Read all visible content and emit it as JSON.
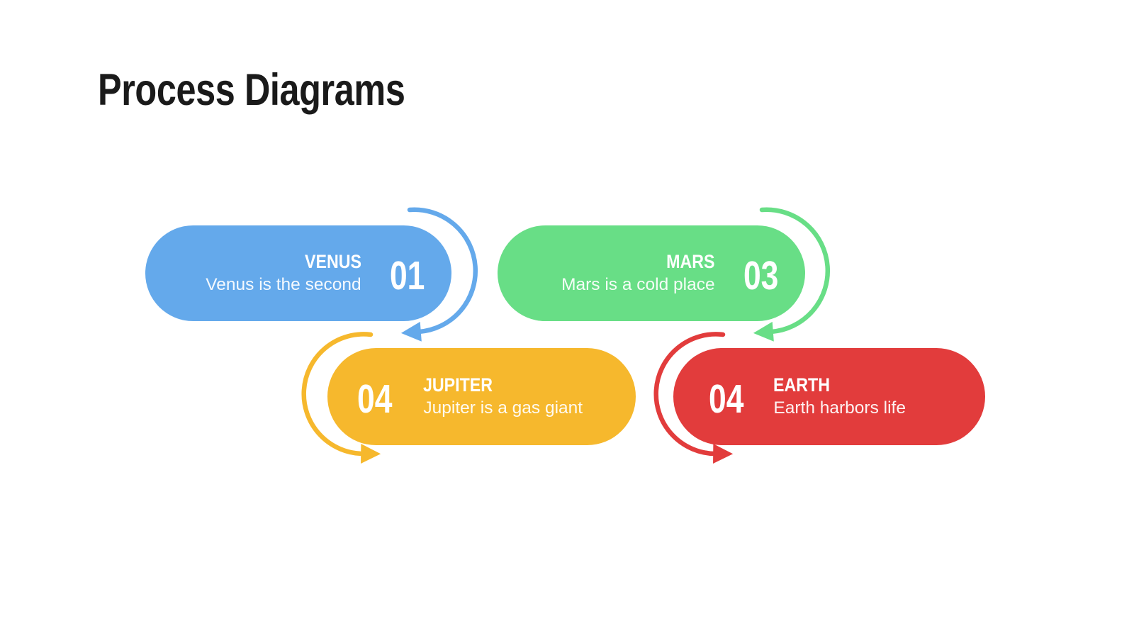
{
  "slide": {
    "title": "Process Diagrams",
    "background_color": "#ffffff",
    "title_color": "#1a1a1a"
  },
  "steps": [
    {
      "name": "venus",
      "number": "01",
      "label": "VENUS",
      "description": "Venus is the second",
      "color": "#64A9EB"
    },
    {
      "name": "mars",
      "number": "03",
      "label": "MARS",
      "description": "Mars is a cold place",
      "color": "#68DE86"
    },
    {
      "name": "jupiter",
      "number": "04",
      "label": "JUPITER",
      "description": "Jupiter is a gas giant",
      "color": "#F6B82D"
    },
    {
      "name": "earth",
      "number": "04",
      "label": "EARTH",
      "description": "Earth harbors life",
      "color": "#E23C3C"
    }
  ]
}
